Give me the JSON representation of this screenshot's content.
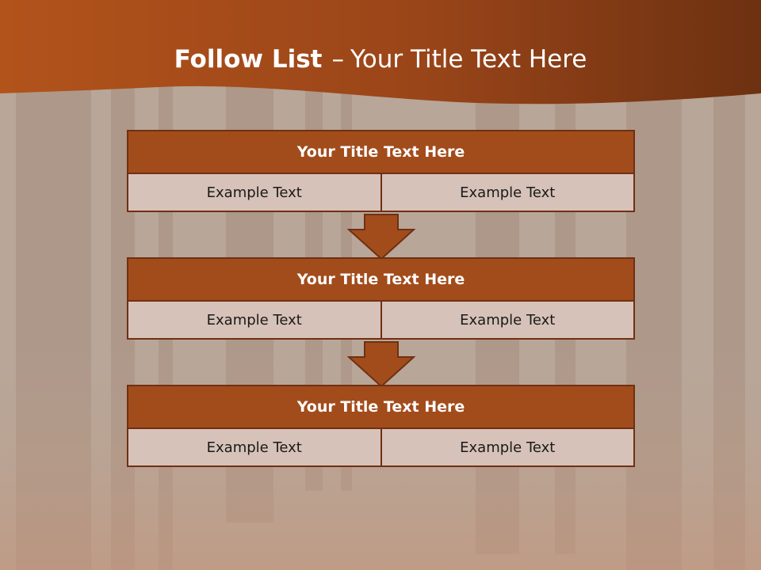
{
  "slide": {
    "title_bold": "Follow List",
    "title_separator": "–",
    "title_rest": "Your Title Text Here",
    "colors": {
      "banner": "#a94f1c",
      "header_fill": "#a24c1c",
      "border": "#6f3012",
      "cell_fill": "#d7c2b9",
      "background_wash": "#b9a597"
    }
  },
  "steps": [
    {
      "title": "Your Title Text Here",
      "left": "Example Text",
      "right": "Example Text"
    },
    {
      "title": "Your Title Text Here",
      "left": "Example Text",
      "right": "Example Text"
    },
    {
      "title": "Your Title Text Here",
      "left": "Example Text",
      "right": "Example Text"
    }
  ],
  "connectors": [
    "down-arrow-icon",
    "down-arrow-icon"
  ]
}
